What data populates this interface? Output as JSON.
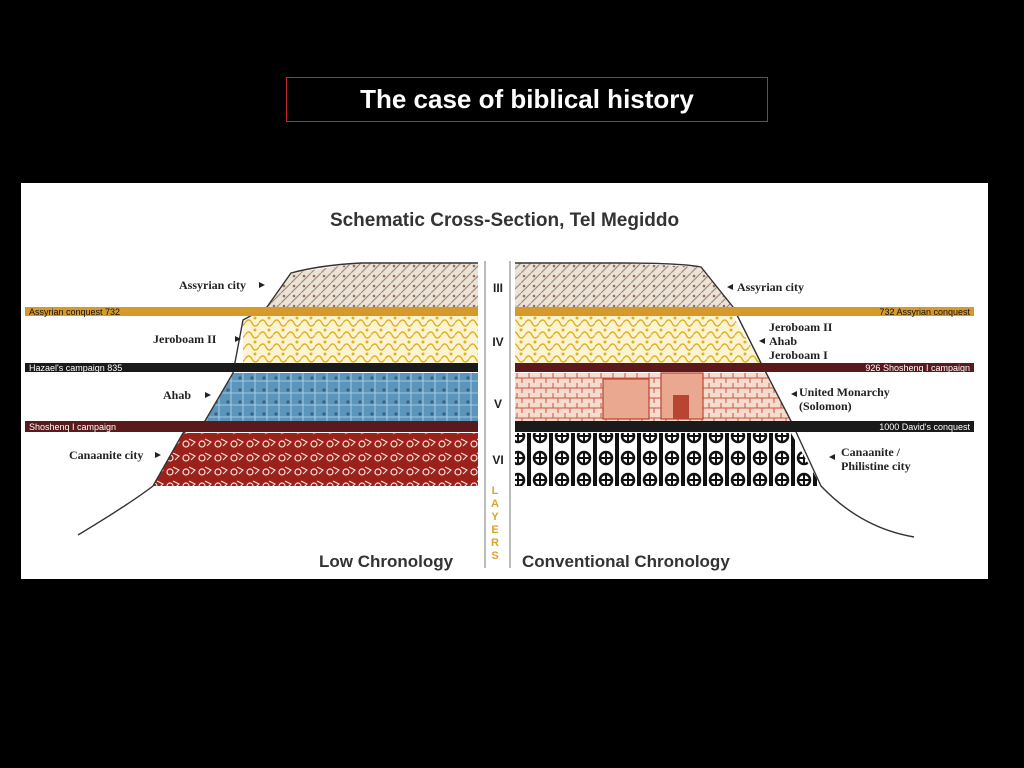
{
  "slide_title": "The case of biblical history",
  "diagram": {
    "title": "Schematic Cross-Section, Tel Megiddo",
    "layers_label": [
      "L",
      "A",
      "Y",
      "E",
      "R",
      "S"
    ],
    "layer_numbers": [
      "III",
      "IV",
      "V",
      "VI"
    ],
    "left": {
      "footer": "Low Chronology",
      "labels": {
        "l3": "Assyrian city",
        "l4": "Jeroboam II",
        "l5": "Ahab",
        "l6": "Canaanite city"
      },
      "bands": {
        "b1": "Assyrian conquest  732",
        "b2": "Hazael's campaign  835",
        "b3": "Shoshenq I  campaign"
      }
    },
    "right": {
      "footer": "Conventional Chronology",
      "labels": {
        "l3": "Assyrian city",
        "l4a": "Jeroboam II",
        "l4b": "Ahab",
        "l4c": "Jeroboam I",
        "l5a": "United Monarchy",
        "l5b": "(Solomon)",
        "l6a": "Canaanite /",
        "l6b": "Philistine city"
      },
      "bands": {
        "b1": "732  Assyrian conquest",
        "b2": "926  Shoshenq I  campaign",
        "b3": "1000  David's conquest"
      }
    },
    "colors": {
      "gold_band": "#d69a2a",
      "dark_band": "#1a1a1a",
      "maroon_band": "#5a1a1c",
      "layer_iii": "#c9b7a6",
      "layer_iv": "#e8c13a",
      "layer_v": "#4f8fb8",
      "layer_vi_left": "#9a1f1a",
      "layer_v_right": "#d9866e"
    }
  }
}
